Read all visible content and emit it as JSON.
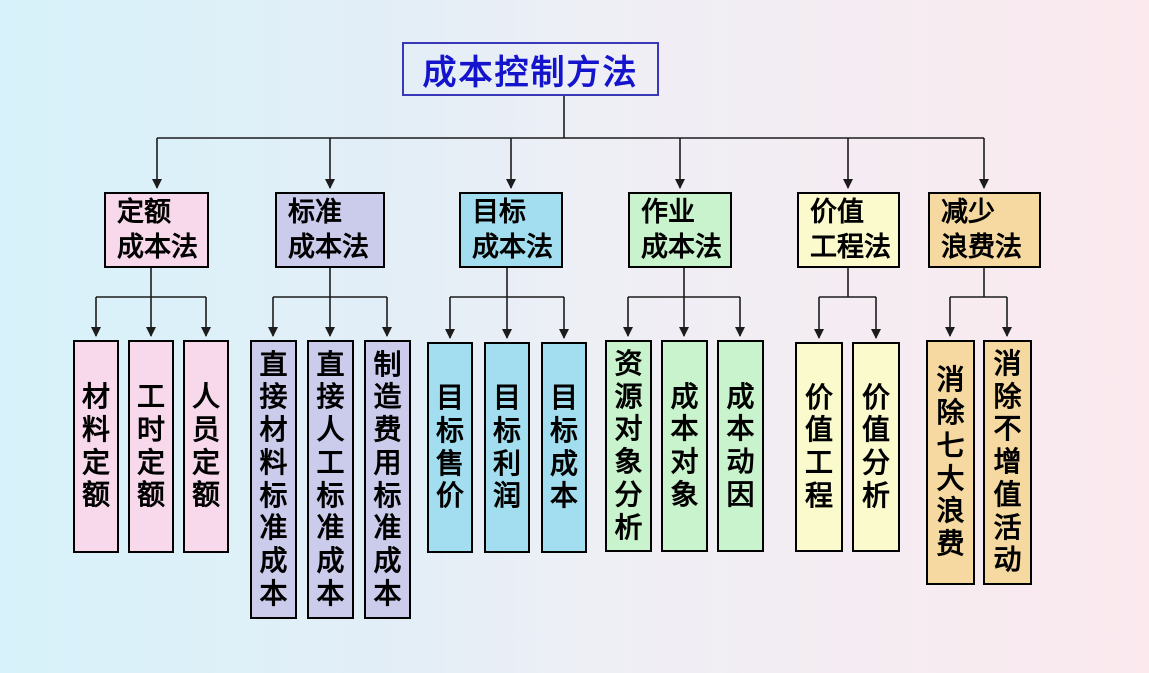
{
  "title": {
    "label": "成本控制方法"
  },
  "palette": {
    "title_text": "#1414cc",
    "title_border": "#3838b8",
    "connector_line": "#1c1c1c",
    "node_border": "#000000",
    "bg_left": "#d7f2fa",
    "bg_right": "#fbe9ee",
    "pink": "#f8d9ec",
    "lavender": "#cbcbeb",
    "cyan": "#a2deef",
    "green": "#c9f3cc",
    "yellow": "#fafacc",
    "orange": "#f5d9a0"
  },
  "tree": {
    "branches": [
      {
        "label": "定额\n成本法",
        "color": "pink",
        "children": [
          "材料定额",
          "工时定额",
          "人员定额"
        ]
      },
      {
        "label": "标准\n成本法",
        "color": "lavender",
        "children": [
          "直接材料标准成本",
          "直接人工标准成本",
          "制造费用标准成本"
        ]
      },
      {
        "label": "目标\n成本法",
        "color": "cyan",
        "children": [
          "目标售价",
          "目标利润",
          "目标成本"
        ]
      },
      {
        "label": "作业\n成本法",
        "color": "green",
        "children": [
          "资源对象分析",
          "成本对象",
          "成本动因"
        ]
      },
      {
        "label": "价值\n工程法",
        "color": "yellow",
        "children": [
          "价值工程",
          "价值分析"
        ]
      },
      {
        "label": "减少\n浪费法",
        "color": "orange",
        "children": [
          "消除七大浪费",
          "消除不增值活动"
        ]
      }
    ]
  }
}
